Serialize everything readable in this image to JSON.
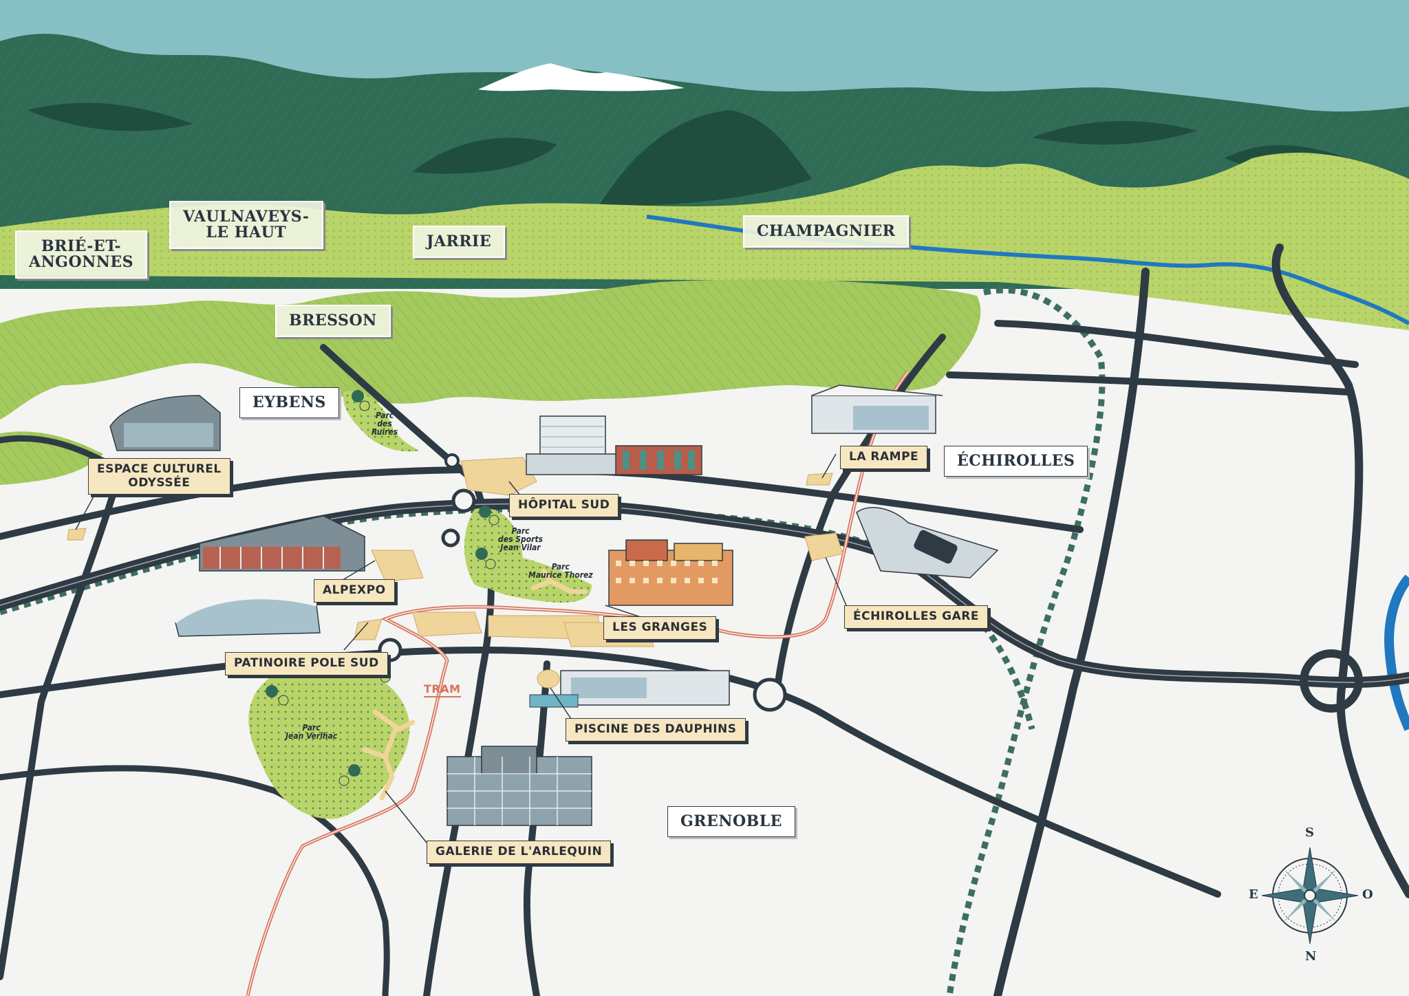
{
  "towns": {
    "brie": "BRIÉ-ET-\nANGONNES",
    "vaulnaveys": "VAULNAVEYS-\nLE HAUT",
    "jarrie": "JARRIE",
    "champagnier": "CHAMPAGNIER",
    "bresson": "BRESSON",
    "eybens": "EYBENS",
    "echirolles": "ÉCHIROLLES",
    "grenoble": "GRENOBLE"
  },
  "places": {
    "espace_culturel": "ESPACE CULTUREL\nODYSSÉE",
    "hopital_sud": "HÔPITAL SUD",
    "la_rampe": "LA RAMPE",
    "alpexpo": "ALPEXPO",
    "les_granges": "LES GRANGES",
    "echirolles_gare": "ÉCHIROLLES GARE",
    "patinoire": "PATINOIRE POLE SUD",
    "piscine": "PISCINE DES DAUPHINS",
    "galerie": "GALERIE DE L'ARLEQUIN",
    "tram": "TRAM"
  },
  "parks": {
    "ruires": "Parc\ndes\nRuires",
    "sports": "Parc\ndes Sports\nJean Vilar",
    "thorez": "Parc\nMaurice Thorez",
    "verlhac": "Parc\nJean Verlhac"
  },
  "compass": {
    "north": "N",
    "south": "S",
    "east": "E",
    "west": "O"
  },
  "colors": {
    "sky": "#86c0c4",
    "mountain": "#2f6b55",
    "mountain_dark": "#1f4d3e",
    "plain": "#b9d468",
    "road": "#2e3a44",
    "tram": "#d9735c",
    "river": "#1f78c0",
    "rail": "#3d6e62",
    "label_bg": "#f6e7c1"
  }
}
